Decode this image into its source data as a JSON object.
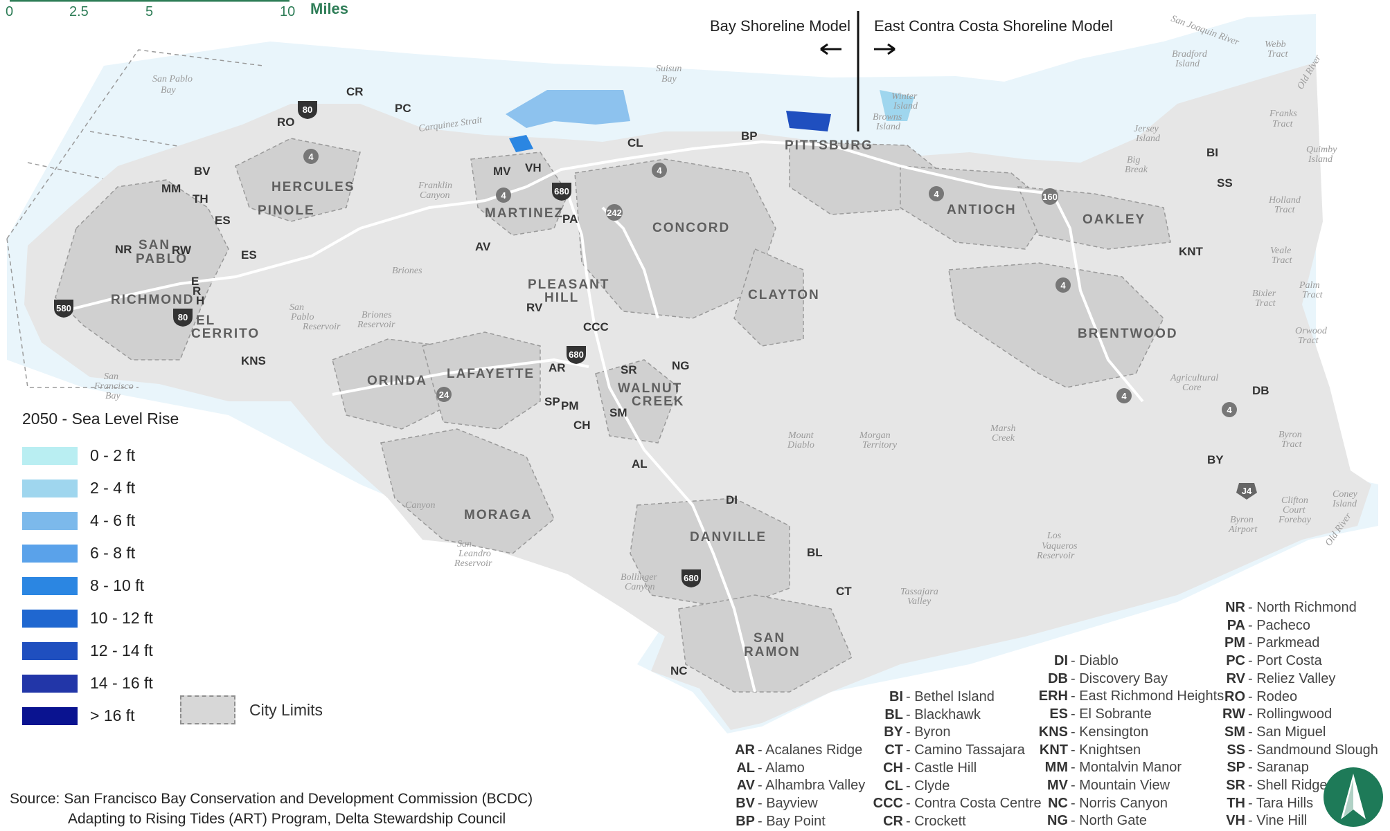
{
  "scale": {
    "ticks": [
      "0",
      "2.5",
      "5",
      "10"
    ],
    "unit": "Miles"
  },
  "models": {
    "left": "Bay Shoreline Model",
    "right": "East Contra Costa Shoreline Model"
  },
  "legend": {
    "title": "2050 - Sea Level Rise",
    "items": [
      {
        "label": "0 - 2 ft",
        "color": "#b9eef2"
      },
      {
        "label": "2 - 4 ft",
        "color": "#9fd6ee"
      },
      {
        "label": "4 - 6 ft",
        "color": "#7cb9eb"
      },
      {
        "label": "6 - 8 ft",
        "color": "#5aa2ea"
      },
      {
        "label": "8 - 10 ft",
        "color": "#2b86e2"
      },
      {
        "label": "10 - 12 ft",
        "color": "#1f67d0"
      },
      {
        "label": "12 - 14 ft",
        "color": "#1f4fbf"
      },
      {
        "label": "14 - 16 ft",
        "color": "#2236a8"
      },
      {
        "label": "> 16 ft",
        "color": "#0a1390"
      }
    ],
    "city_limits": "City Limits"
  },
  "source": {
    "line1": "Source:  San Francisco Bay Conservation and Development Commission (BCDC)",
    "line2": "Adapting to Rising Tides (ART) Program, Delta Stewardship Council"
  },
  "cities": [
    "HERCULES",
    "PINOLE",
    "SAN",
    "PABLO",
    "RICHMOND",
    "EL",
    "CERRITO",
    "MARTINEZ",
    "CONCORD",
    "PLEASANT",
    "HILL",
    "CLAYTON",
    "PITTSBURG",
    "ANTIOCH",
    "OAKLEY",
    "BRENTWOOD",
    "ORINDA",
    "LAFAYETTE",
    "WALNUT",
    "CREEK",
    "MORAGA",
    "DANVILLE",
    "SAN",
    "RAMON"
  ],
  "places": [
    "San Pablo",
    "Bay",
    "Carquinez Strait",
    "Suisun",
    "Bay",
    "Winter",
    "Island",
    "Browns",
    "Island",
    "San Joaquin River",
    "Bradford",
    "Island",
    "Webb",
    "Tract",
    "Old River",
    "Franks",
    "Tract",
    "Jersey",
    "Island",
    "Quimby",
    "Island",
    "Big",
    "Break",
    "Holland",
    "Tract",
    "Veale",
    "Tract",
    "Palm",
    "Tract",
    "Bixler",
    "Tract",
    "Orwood",
    "Tract",
    "Agricultural",
    "Core",
    "Byron",
    "Tract",
    "Clifton",
    "Court",
    "Forebay",
    "Coney",
    "Island",
    "Byron",
    "Airport",
    "Old River",
    "Los",
    "Vaqueros",
    "Reservoir",
    "Tassajara",
    "Valley",
    "Marsh",
    "Creek",
    "Morgan",
    "Territory",
    "Mount",
    "Diablo",
    "Franklin",
    "Canyon",
    "Briones",
    "San",
    "Pablo",
    "Reservoir",
    "Briones",
    "Reservoir",
    "San",
    "Francisco",
    "Bay",
    "Canyon",
    "San",
    "Leandro",
    "Reservoir",
    "Bollinger",
    "Canyon"
  ],
  "map_codes": [
    "CR",
    "RO",
    "PC",
    "BV",
    "MM",
    "TH",
    "ES",
    "NR",
    "RW",
    "ES",
    "E",
    "R",
    "H",
    "KNS",
    "MV",
    "VH",
    "PA",
    "CL",
    "BP",
    "AV",
    "RV",
    "CCC",
    "AR",
    "SR",
    "NG",
    "SP",
    "PM",
    "SM",
    "CH",
    "AL",
    "DI",
    "BL",
    "CT",
    "NC",
    "BI",
    "SS",
    "KNT",
    "DB",
    "BY"
  ],
  "highways": [
    "80",
    "4",
    "4",
    "680",
    "4",
    "242",
    "4",
    "160",
    "580",
    "80",
    "680",
    "24",
    "4",
    "4",
    "4",
    "J4",
    "680"
  ],
  "abbreviations": {
    "col1": [
      {
        "code": "AR",
        "name": "- Acalanes Ridge"
      },
      {
        "code": "AL",
        "name": "- Alamo"
      },
      {
        "code": "AV",
        "name": "- Alhambra Valley"
      },
      {
        "code": "BV",
        "name": "- Bayview"
      },
      {
        "code": "BP",
        "name": "- Bay Point"
      }
    ],
    "col2": [
      {
        "code": "BI",
        "name": "- Bethel Island"
      },
      {
        "code": "BL",
        "name": "- Blackhawk"
      },
      {
        "code": "BY",
        "name": "- Byron"
      },
      {
        "code": "CT",
        "name": "- Camino Tassajara"
      },
      {
        "code": "CH",
        "name": "- Castle Hill"
      },
      {
        "code": "CL",
        "name": "- Clyde"
      },
      {
        "code": "CCC",
        "name": "- Contra Costa Centre"
      },
      {
        "code": "CR",
        "name": "- Crockett"
      }
    ],
    "col3": [
      {
        "code": "DI",
        "name": "- Diablo"
      },
      {
        "code": "DB",
        "name": "- Discovery Bay"
      },
      {
        "code": "ERH",
        "name": "- East Richmond Heights"
      },
      {
        "code": "ES",
        "name": "- El Sobrante"
      },
      {
        "code": "KNS",
        "name": "- Kensington"
      },
      {
        "code": "KNT",
        "name": "- Knightsen"
      },
      {
        "code": "MM",
        "name": "- Montalvin Manor"
      },
      {
        "code": "MV",
        "name": "- Mountain View"
      },
      {
        "code": "NC",
        "name": "- Norris Canyon"
      },
      {
        "code": "NG",
        "name": "- North Gate"
      }
    ],
    "col4": [
      {
        "code": "NR",
        "name": "- North Richmond"
      },
      {
        "code": "PA",
        "name": "- Pacheco"
      },
      {
        "code": "PM",
        "name": "- Parkmead"
      },
      {
        "code": "PC",
        "name": "- Port Costa"
      },
      {
        "code": "RV",
        "name": "- Reliez Valley"
      },
      {
        "code": "RO",
        "name": "- Rodeo"
      },
      {
        "code": "RW",
        "name": "- Rollingwood"
      },
      {
        "code": "SM",
        "name": "- San Miguel"
      },
      {
        "code": "SS",
        "name": "- Sandmound Slough"
      },
      {
        "code": "SP",
        "name": "- Saranap"
      },
      {
        "code": "SR",
        "name": "- Shell Ridge"
      },
      {
        "code": "TH",
        "name": "- Tara Hills"
      },
      {
        "code": "VH",
        "name": "- Vine Hill"
      }
    ]
  }
}
